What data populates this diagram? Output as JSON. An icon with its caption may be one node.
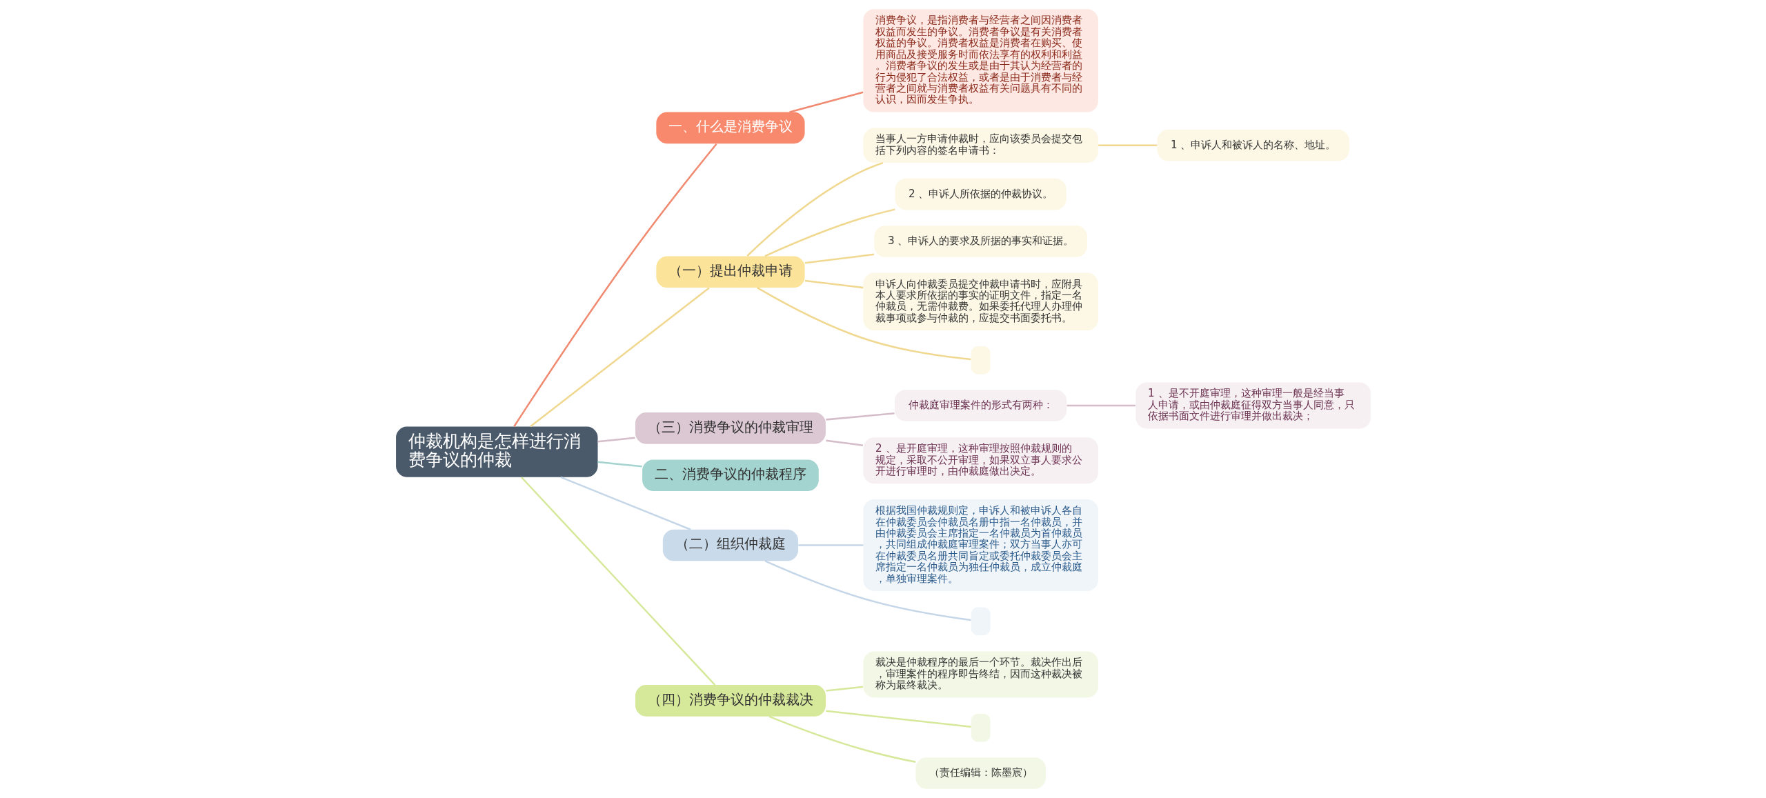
{
  "diagram": {
    "nodes": [
      {
        "text": [
          "仲裁机构是怎样进行消费争议的仲裁"
        ]
      },
      {
        "text": [
          "一、什么是消费争议"
        ]
      },
      {
        "text": [
          "消费争议，是指消费者与经营者之间因消费者权益而发生的争议。消费者争议是有关消费者权益的争议。消费者权益是消费者在购买、使用商品及接受服务时而依法享有的权利和利益。消费者争议的发生或是由于其认为经营者的行为侵犯了合法权益，或者是由于消费者与经营者之间就与消费者权益有关问题具有不同的认识，因而发生争执。"
        ]
      },
      {
        "text": [
          "（一）提出仲裁申请"
        ]
      },
      {
        "text": [
          "当事人一方申请仲裁时，应向该委员会提交包括下列内容的签名申请书："
        ]
      },
      {
        "text": [
          "1 、申诉人和被诉人的名称、地址。"
        ]
      },
      {
        "text": [
          "2 、申诉人所依据的仲裁协议。"
        ]
      },
      {
        "text": [
          "3 、申诉人的要求及所据的事实和证据。"
        ]
      },
      {
        "text": [
          "申诉人向仲裁委员提交仲裁申请书时，应附具本人要求所依据的事实的证明文件，指定一名仲裁员，无需仲裁费。如果委托代理人办理仲裁事项或参与仲裁的，应提交书面委托书。"
        ]
      },
      {
        "text": [],
        "shape": "box"
      },
      {
        "text": [
          "（三）消费争议的仲裁审理"
        ]
      },
      {
        "text": [
          "仲裁庭审理案件的形式有两种："
        ]
      },
      {
        "text": [
          "1 、是不开庭审理，这种审理一般是经当事人申请，或由仲裁庭征得双方当事人同意，只依据书面文件进行审理并做出裁决；"
        ]
      },
      {
        "text": [
          "2 、是开庭审理，这种审理按照仲裁规则的规定，采取不公开审理，如果双立事人要求公开进行审理时，由仲裁庭做出决定。"
        ]
      },
      {
        "text": [
          "二、消费争议的仲裁程序"
        ]
      },
      {
        "text": [
          "（二）组织仲裁庭"
        ]
      },
      {
        "text": [
          "根据我国仲裁规则定，申诉人和被申诉人各自在仲裁委员会仲裁员名册中指一名仲裁员，并由仲裁委员会主席指定一名仲裁员为首仲裁员，共同组成仲裁庭审理案件；双方当事人亦可在仲裁委员名册共同旨定或委托仲裁委员会主席指定一名仲裁员为独任仲裁员，成立仲裁庭，单独审理案件。"
        ]
      },
      {
        "text": [],
        "shape": "box"
      },
      {
        "text": [
          "（四）消费争议的仲裁裁决"
        ]
      },
      {
        "text": [
          "裁决是仲裁程序的最后一个环节。裁决作出后，审理案件的程序即告终结，因而这种裁决被称为最终裁决。"
        ]
      },
      {
        "text": [],
        "shape": "box"
      },
      {
        "text": [
          "（责任编辑：陈墨宸）"
        ]
      }
    ],
    "edges": [
      {
        "from": 0,
        "to": 1,
        "arrow": "none",
        "color": "#f08a70"
      },
      {
        "from": 1,
        "to": 2,
        "arrow": "none",
        "color": "#f08a70"
      },
      {
        "from": 0,
        "to": 3,
        "arrow": "none",
        "color": "#f0d890"
      },
      {
        "from": 3,
        "to": 4,
        "arrow": "none",
        "color": "#f0d890"
      },
      {
        "from": 4,
        "to": 5,
        "arrow": "none",
        "color": "#f0d890"
      },
      {
        "from": 3,
        "to": 6,
        "arrow": "none",
        "color": "#f0d890"
      },
      {
        "from": 3,
        "to": 7,
        "arrow": "none",
        "color": "#f0d890"
      },
      {
        "from": 3,
        "to": 8,
        "arrow": "none",
        "color": "#f0d890"
      },
      {
        "from": 3,
        "to": 9,
        "arrow": "none",
        "color": "#f0d890"
      },
      {
        "from": 0,
        "to": 10,
        "arrow": "none",
        "color": "#d4bcc8"
      },
      {
        "from": 10,
        "to": 11,
        "arrow": "none",
        "color": "#d4bcc8"
      },
      {
        "from": 11,
        "to": 12,
        "arrow": "none",
        "color": "#d4bcc8"
      },
      {
        "from": 10,
        "to": 13,
        "arrow": "none",
        "color": "#d4bcc8"
      },
      {
        "from": 0,
        "to": 14,
        "arrow": "none",
        "color": "#a3d4cf"
      },
      {
        "from": 0,
        "to": 15,
        "arrow": "none",
        "color": "#c4d6e8"
      },
      {
        "from": 15,
        "to": 16,
        "arrow": "none",
        "color": "#c4d6e8"
      },
      {
        "from": 15,
        "to": 17,
        "arrow": "none",
        "color": "#c4d6e8"
      },
      {
        "from": 0,
        "to": 18,
        "arrow": "none",
        "color": "#d6e89a"
      },
      {
        "from": 18,
        "to": 19,
        "arrow": "none",
        "color": "#d6e89a"
      },
      {
        "from": 18,
        "to": 20,
        "arrow": "none",
        "color": "#d6e89a"
      },
      {
        "from": 18,
        "to": 21,
        "arrow": "none",
        "color": "#d6e89a"
      }
    ]
  }
}
